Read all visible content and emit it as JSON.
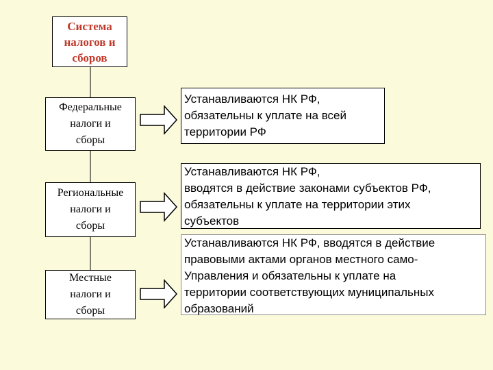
{
  "root": {
    "label": "Система\nналогов и\nсборов"
  },
  "levels": [
    {
      "label": "Федеральные\nналоги и\nсборы",
      "description": "Устанавливаются НК РФ,\nобязательны к уплате на всей\nтерритории РФ"
    },
    {
      "label": "Региональные\nналоги и\nсборы",
      "description": "Устанавливаются НК РФ,\nвводятся в действие законами субъектов РФ,\nобязательны к уплате на территории этих\nсубъектов"
    },
    {
      "label": "Местные\nналоги и\nсборы",
      "description": "Устанавливаются НК РФ, вводятся в действие\nправовыми актами органов местного само-\nУправления и обязательны к уплате на\nтерритории соответствующих муниципальных\nобразований"
    }
  ],
  "colors": {
    "background": "#fbfbdc",
    "root_text": "#c0392b"
  }
}
